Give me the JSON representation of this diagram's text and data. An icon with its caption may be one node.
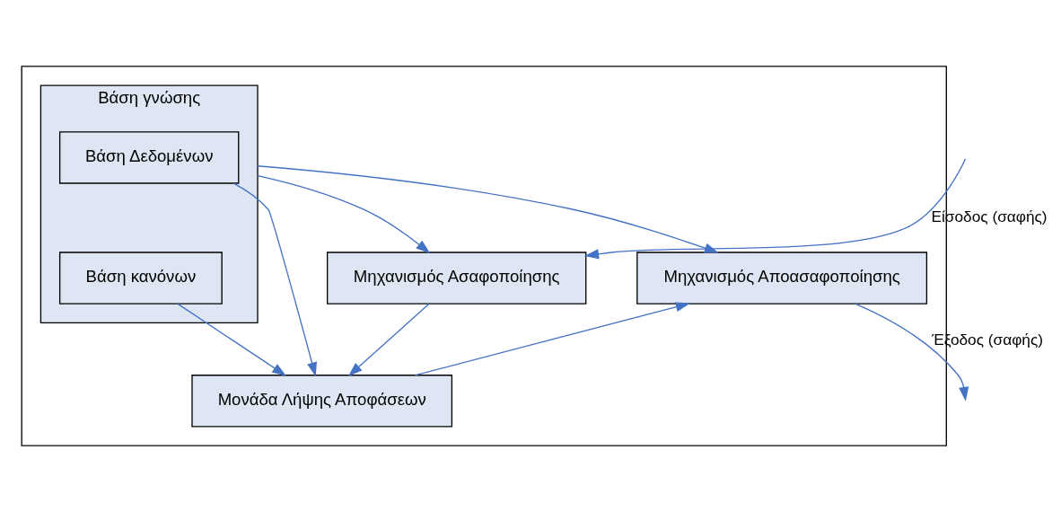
{
  "diagram": {
    "nodes": [
      {
        "text": [],
        "shape": "box"
      },
      {
        "text": [
          "Βάση γνώσης"
        ],
        "in": 0
      },
      {
        "text": [
          "Βάση Δεδομένων"
        ],
        "in": 1
      },
      {
        "text": [
          "Βάση κανόνων"
        ],
        "in": 1
      },
      {
        "text": [
          "Μηχανισμός Ασαφοποίησης"
        ],
        "in": 0
      },
      {
        "text": [
          "Μηχανισμός Αποασαφοποίησης"
        ],
        "in": 0
      },
      {
        "text": [
          "Μονάδα Λήψης Αποφάσεων"
        ],
        "in": 0
      }
    ],
    "edges": [
      {
        "from": null,
        "to": 4,
        "arrow": "to",
        "label": "Είσοδος (σαφής)"
      },
      {
        "from": 1,
        "to": 4,
        "arrow": "to"
      },
      {
        "from": 2,
        "to": 6,
        "arrow": "to"
      },
      {
        "from": 3,
        "to": 6,
        "arrow": "to"
      },
      {
        "from": 1,
        "to": 5,
        "arrow": "to"
      },
      {
        "from": 4,
        "to": 6,
        "arrow": "to"
      },
      {
        "from": 6,
        "to": 5,
        "arrow": "to"
      },
      {
        "from": 5,
        "to": null,
        "arrow": "to",
        "label": "Έξοδος (σαφής)"
      }
    ]
  }
}
